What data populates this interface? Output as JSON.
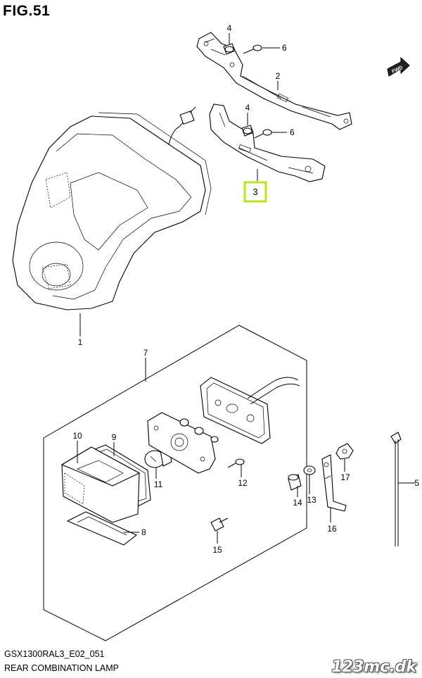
{
  "figure": {
    "title": "FIG.51"
  },
  "captions": {
    "code": "GSX1300RAL3_E02_051",
    "name": "REAR COMBINATION LAMP"
  },
  "watermark": "123mc.dk",
  "direction_tag": "FWD",
  "highlight_color": "#b5e61d",
  "callouts": [
    "1",
    "2",
    "3",
    "4",
    "4",
    "5",
    "6",
    "6",
    "7",
    "8",
    "9",
    "10",
    "11",
    "12",
    "13",
    "14",
    "15",
    "16",
    "17"
  ]
}
